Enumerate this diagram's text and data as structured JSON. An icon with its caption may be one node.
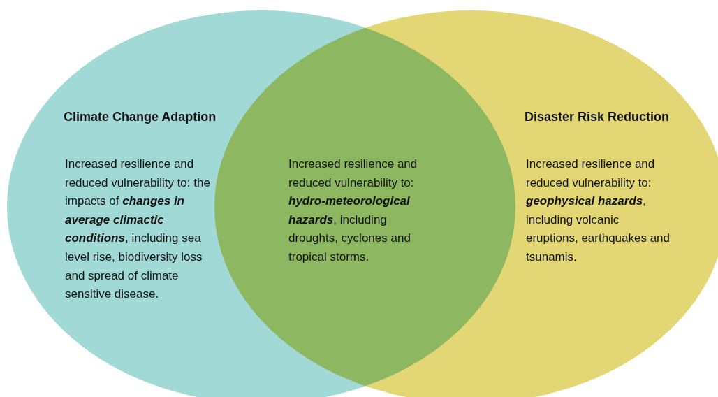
{
  "diagram": {
    "nodes": [
      {
        "text": [
          "Climate Change Adaption",
          "Increased resilience and reduced vulnerability to: the impacts of **changes in average climactic conditions**, including sea level rise, biodiversity loss and spread of climate sensitive disease."
        ]
      },
      {
        "text": [
          "Disaster Risk Reduction",
          "Increased resilience and reduced vulnerability to: **geophysical hazards**, including volcanic eruptions, earthquakes and tsunamis."
        ]
      }
    ],
    "edges": [],
    "labels": [
      "Increased resilience and reduced vulnerability to: **hydro-meteorological hazards**, including droughts, cyclones and tropical storms."
    ]
  }
}
